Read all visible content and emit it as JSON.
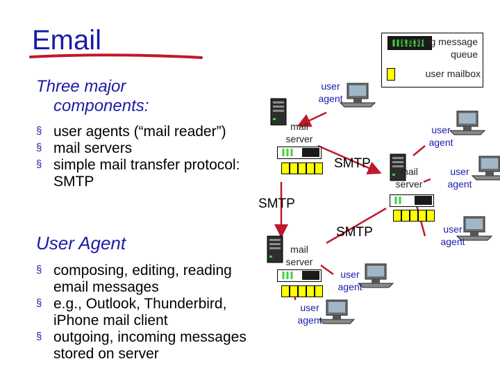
{
  "title": "Email",
  "components_heading": [
    "Three major",
    "components:"
  ],
  "component_bullets": [
    "user agents (“mail reader”)",
    "mail servers",
    "simple mail transfer protocol: SMTP"
  ],
  "ua_heading": "User Agent",
  "ua_bullets": [
    "composing, editing, reading email messages",
    "e.g., Outlook, Thunderbird, iPhone mail client",
    "outgoing, incoming messages stored on server"
  ],
  "legend": {
    "queue_label": "outgoing message queue",
    "mailbox_label": "user mailbox"
  },
  "diagram": {
    "server_label": "mail server",
    "agent_label": "user agent",
    "smtp_label": "SMTP"
  },
  "colors": {
    "title": "#1a1aa8",
    "underline": "#c0182a",
    "arrow": "#c0182a",
    "mailbox": "#ffff00",
    "queue": "#1a1a1a"
  }
}
